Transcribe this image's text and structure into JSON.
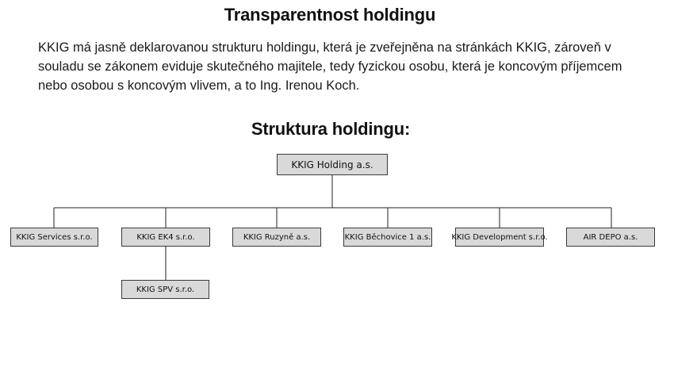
{
  "heading": "Transparentnost holdingu",
  "paragraph": "KKIG má jasně deklarovanou strukturu holdingu, která je zveřejněna na stránkách KKIG, zároveň v souladu se zákonem eviduje skutečného majitele, tedy fyzickou osobu, která je koncovým příjemcem nebo osobou s koncovým vlivem, a to Ing. Irenou Koch.",
  "structure_heading": "Struktura holdingu:",
  "org_chart": {
    "root": "KKIG Holding a.s.",
    "subsidiaries": [
      "KKIG Services s.r.o.",
      "KKIG EK4 s.r.o.",
      "KKIG Ruzyně a.s.",
      "KKIG Běchovice 1 a.s.",
      "KKIG Development s.r.o.",
      "AIR DEPO a.s."
    ],
    "sub_subsidiary": "KKIG SPV s.r.o."
  }
}
